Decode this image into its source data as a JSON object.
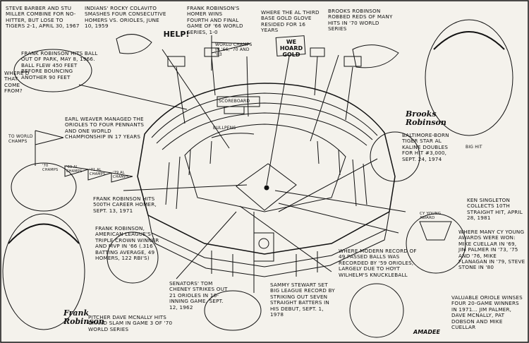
{
  "captions": {
    "barber_miller": "Steve Barber and Stu Miller combine for no-hitter, but lose to Tigers 2-1, April 30, 1967",
    "colavito": "Indians' Rocky Colavito smashes four consecutive homers vs. Orioles, June 10, 1959",
    "help": "HELP!",
    "robinson_homer_wins": "Frank Robinson's homer wins fourth and final game of '66 World Series, 1-0",
    "third_base_glove": "Where the AL third base gold glove resided for 16 years",
    "we_hoard_gold": "WE HOARD GOLD",
    "brooks_robbed": "Brooks Robinson robbed reds of many hits in '70 World Series",
    "robinson_out_of_park": "Frank Robinson hits ball out of park, May 8, 1966. Ball flew 450 feet before bouncing another 90 feet",
    "whered_that_come_from": "Where'd that come from?",
    "world_champs_flag": "World Champs in '66, '70 and '83",
    "scoreboard": "SCOREBOARD",
    "bullpens": "BULLPENS",
    "brooks_name": "Brooks Robinson",
    "kaline": "Baltimore-born Tiger star Al Kaline doubles for hit #3,000, Sept. 24, 1974",
    "big_hit": "BIG HIT",
    "weaver": "Earl Weaver managed the Orioles to four pennants and one World Championship in 17 years",
    "to_world_champs": "TO WORLD CHAMPS",
    "pennant_69": "'69 AL CHAMPS",
    "pennant_71": "'71 AL CHAMPS",
    "pennant_79": "'79 AL CHAMPS",
    "pennant_70": "'70 CHAMPS",
    "robinson_500": "Frank Robinson hits 500th career homer, Sept. 13, 1971",
    "singleton": "Ken Singleton collects 10th straight hit, April 28, 1981",
    "cy_young_award": "CY YOUNG AWARD",
    "cy_young": "Where many Cy Young awards were won: Mike Cuellar in '69, Jim Palmer in '73, '75 and '76, Mike Flanagan in '79, Steve Stone in '80",
    "triple_crown": "Frank Robinson, American League's Triple Crown winner and MVP in '66 (.316 batting average, 49 homers, 122 RBI's)",
    "passed_balls": "Where modern record of 49 passed balls was recorded by '59 Orioles, largely due to Hoyt Wilhelm's knuckleball",
    "cheney": "Senators' Tom Cheney strikes out 21 Orioles in 16-inning game, Sept. 12, 1962",
    "stewart": "Sammy Stewart set big league record by striking out seven straight batters in his debut, Sept. 1, 1978",
    "mcnally": "Pitcher Dave McNally hits grand slam in game 3 of '70 World Series",
    "frank_name": "Frank Robinson",
    "twenty_game": "Valuable Oriole winses four 20-game winners in 1971... Jim Palmer, Dave McNally, Pat Dobson and Mike Cuellar",
    "signature": "AMADEE"
  },
  "colors": {
    "paper": "#f4f2ec",
    "ink": "#111111"
  }
}
